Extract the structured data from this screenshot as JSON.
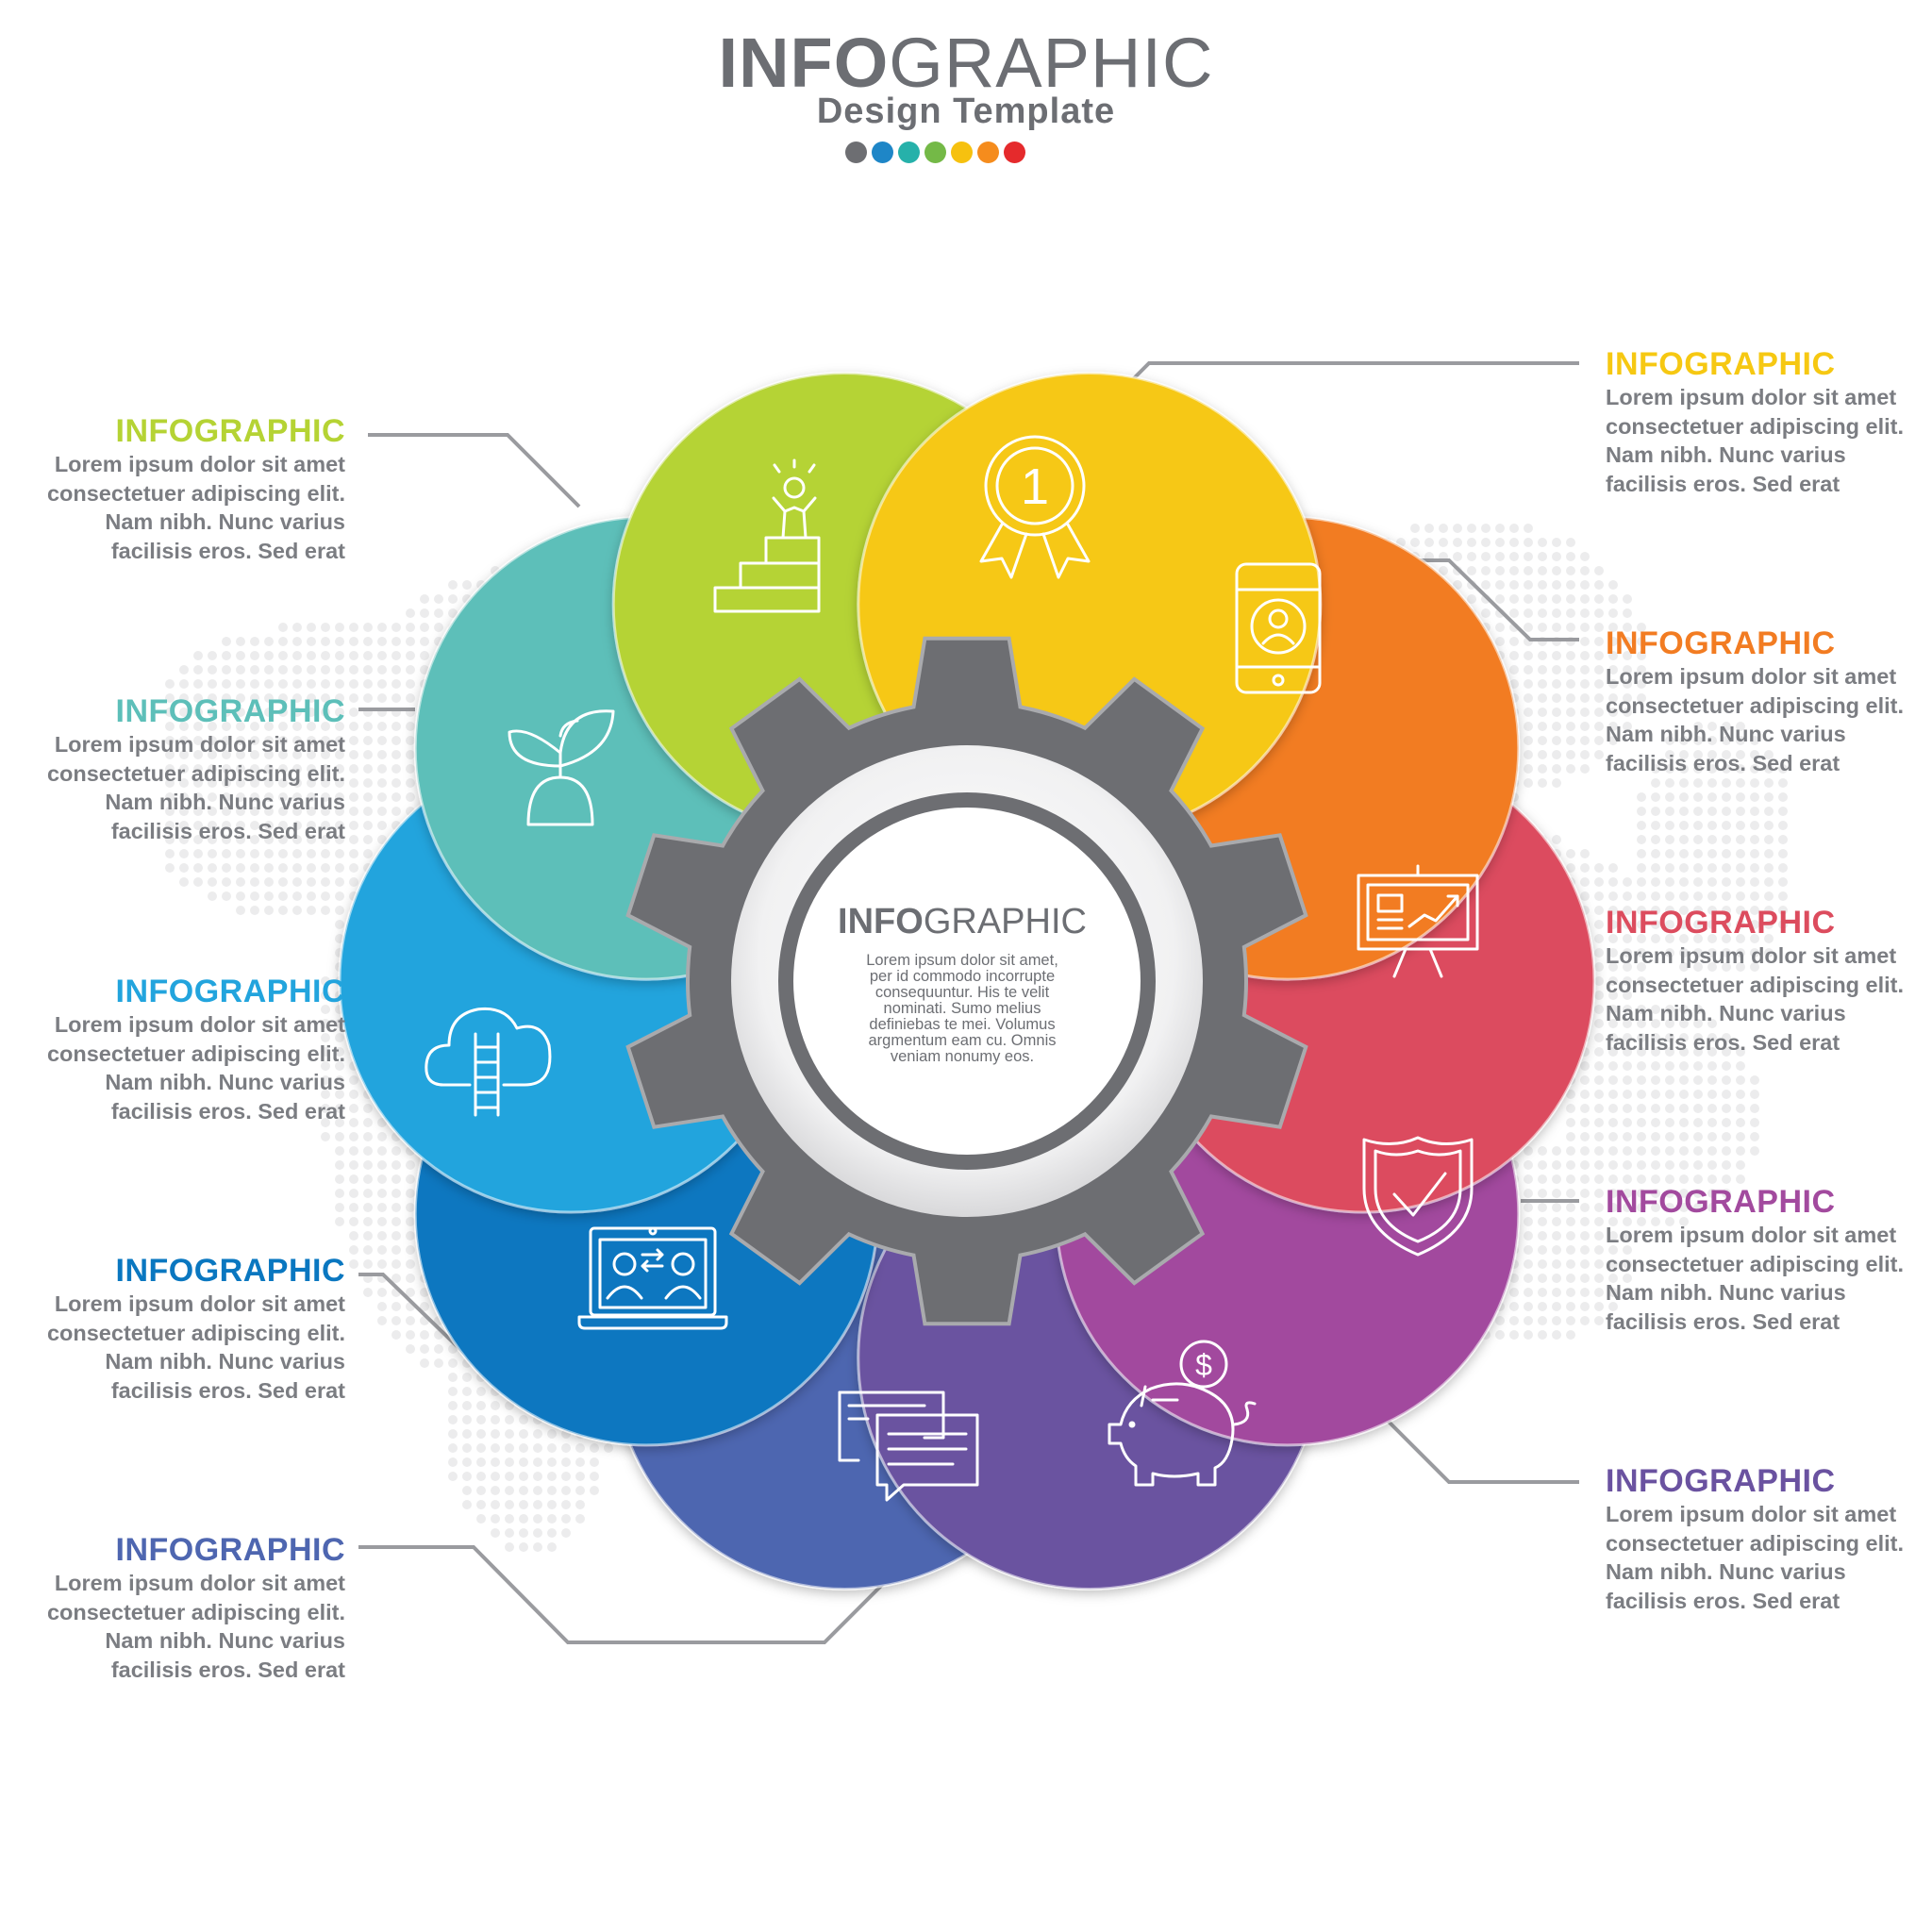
{
  "header": {
    "title_bold": "INFO",
    "title_light": "GRAPHIC",
    "subtitle": "Design Template"
  },
  "palette": [
    "#6d6e72",
    "#1e86c7",
    "#26b1aa",
    "#74b947",
    "#f6c10f",
    "#f58c1d",
    "#e52a2c"
  ],
  "center": {
    "title_bold": "INFO",
    "title_light": "GRAPHIC",
    "body": "Lorem ipsum dolor sit amet,\nper id commodo incorrupte\nconsequuntur. His te velit\nnominati. Sumo melius\ndefiniebas te mei. Volumus\nargmentum eam cu. Omnis\nveniam nonumy eos."
  },
  "steps": [
    {
      "title": "INFOGRAPHIC",
      "body": "Lorem ipsum dolor sit amet\nconsectetuer adipiscing elit.\nNam nibh. Nunc varius\nfacilisis eros. Sed erat",
      "color": "#b5d334",
      "icon": "podium-winner-icon"
    },
    {
      "title": "INFOGRAPHIC",
      "body": "Lorem ipsum dolor sit amet\nconsectetuer adipiscing elit.\nNam nibh. Nunc varius\nfacilisis eros. Sed erat",
      "color": "#f6c812",
      "icon": "medal-number-one-icon",
      "icon_text": "1"
    },
    {
      "title": "INFOGRAPHIC",
      "body": "Lorem ipsum dolor sit amet\nconsectetuer adipiscing elit.\nNam nibh. Nunc varius\nfacilisis eros. Sed erat",
      "color": "#f27c22",
      "icon": "smartphone-profile-icon"
    },
    {
      "title": "INFOGRAPHIC",
      "body": "Lorem ipsum dolor sit amet\nconsectetuer adipiscing elit.\nNam nibh. Nunc varius\nfacilisis eros. Sed erat",
      "color": "#dc4c5e",
      "icon": "presentation-board-icon"
    },
    {
      "title": "INFOGRAPHIC",
      "body": "Lorem ipsum dolor sit amet\nconsectetuer adipiscing elit.\nNam nibh. Nunc varius\nfacilisis eros. Sed erat",
      "color": "#a24a9e",
      "icon": "shield-check-icon"
    },
    {
      "title": "INFOGRAPHIC",
      "body": "Lorem ipsum dolor sit amet\nconsectetuer adipiscing elit.\nNam nibh. Nunc varius\nfacilisis eros. Sed erat",
      "color": "#6a52a0",
      "icon": "piggy-bank-dollar-icon",
      "icon_text": "$"
    },
    {
      "title": "INFOGRAPHIC",
      "body": "Lorem ipsum dolor sit amet\nconsectetuer adipiscing elit.\nNam nibh. Nunc varius\nfacilisis eros. Sed erat",
      "color": "#4e66b0",
      "icon": "chat-bubbles-icon"
    },
    {
      "title": "INFOGRAPHIC",
      "body": "Lorem ipsum dolor sit amet\nconsectetuer adipiscing elit.\nNam nibh. Nunc varius\nfacilisis eros. Sed erat",
      "color": "#0a77c0",
      "icon": "video-call-laptop-icon"
    },
    {
      "title": "INFOGRAPHIC",
      "body": "Lorem ipsum dolor sit amet\nconsectetuer adipiscing elit.\nNam nibh. Nunc varius\nfacilisis eros. Sed erat",
      "color": "#22a4dd",
      "icon": "cloud-ladder-icon"
    },
    {
      "title": "INFOGRAPHIC",
      "body": "Lorem ipsum dolor sit amet\nconsectetuer adipiscing elit.\nNam nibh. Nunc varius\nfacilisis eros. Sed erat",
      "color": "#5dbfb9",
      "icon": "sprout-plant-icon"
    }
  ],
  "gear": {
    "color": "#6d6e72"
  },
  "connector": {
    "color": "#9a9b9f"
  }
}
